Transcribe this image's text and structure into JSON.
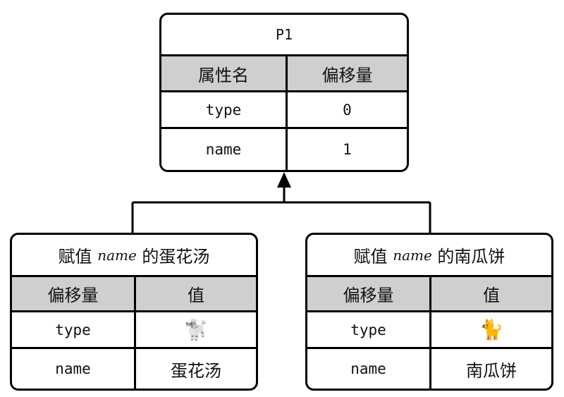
{
  "parent": {
    "title": "P1",
    "header": [
      "属性名",
      "偏移量"
    ],
    "rows": [
      [
        "type",
        "0"
      ],
      [
        "name",
        "1"
      ]
    ]
  },
  "left_child": {
    "title_prefix": "赋值 ",
    "title_script": "name",
    "title_suffix": " 的蛋花汤",
    "header": [
      "偏移量",
      "值"
    ],
    "rows": [
      {
        "key": "type",
        "value_icon": "poodle-icon",
        "value_glyph": "🐩"
      },
      {
        "key": "name",
        "value": "蛋花汤"
      }
    ]
  },
  "right_child": {
    "title_prefix": "赋值 ",
    "title_script": "name",
    "title_suffix": " 的南瓜饼",
    "header": [
      "偏移量",
      "值"
    ],
    "rows": [
      {
        "key": "type",
        "value_icon": "cat-icon",
        "value_glyph": "🐈"
      },
      {
        "key": "name",
        "value": "南瓜饼"
      }
    ]
  },
  "colors": {
    "header_fill": "#cfcfcf",
    "line": "#000000"
  }
}
